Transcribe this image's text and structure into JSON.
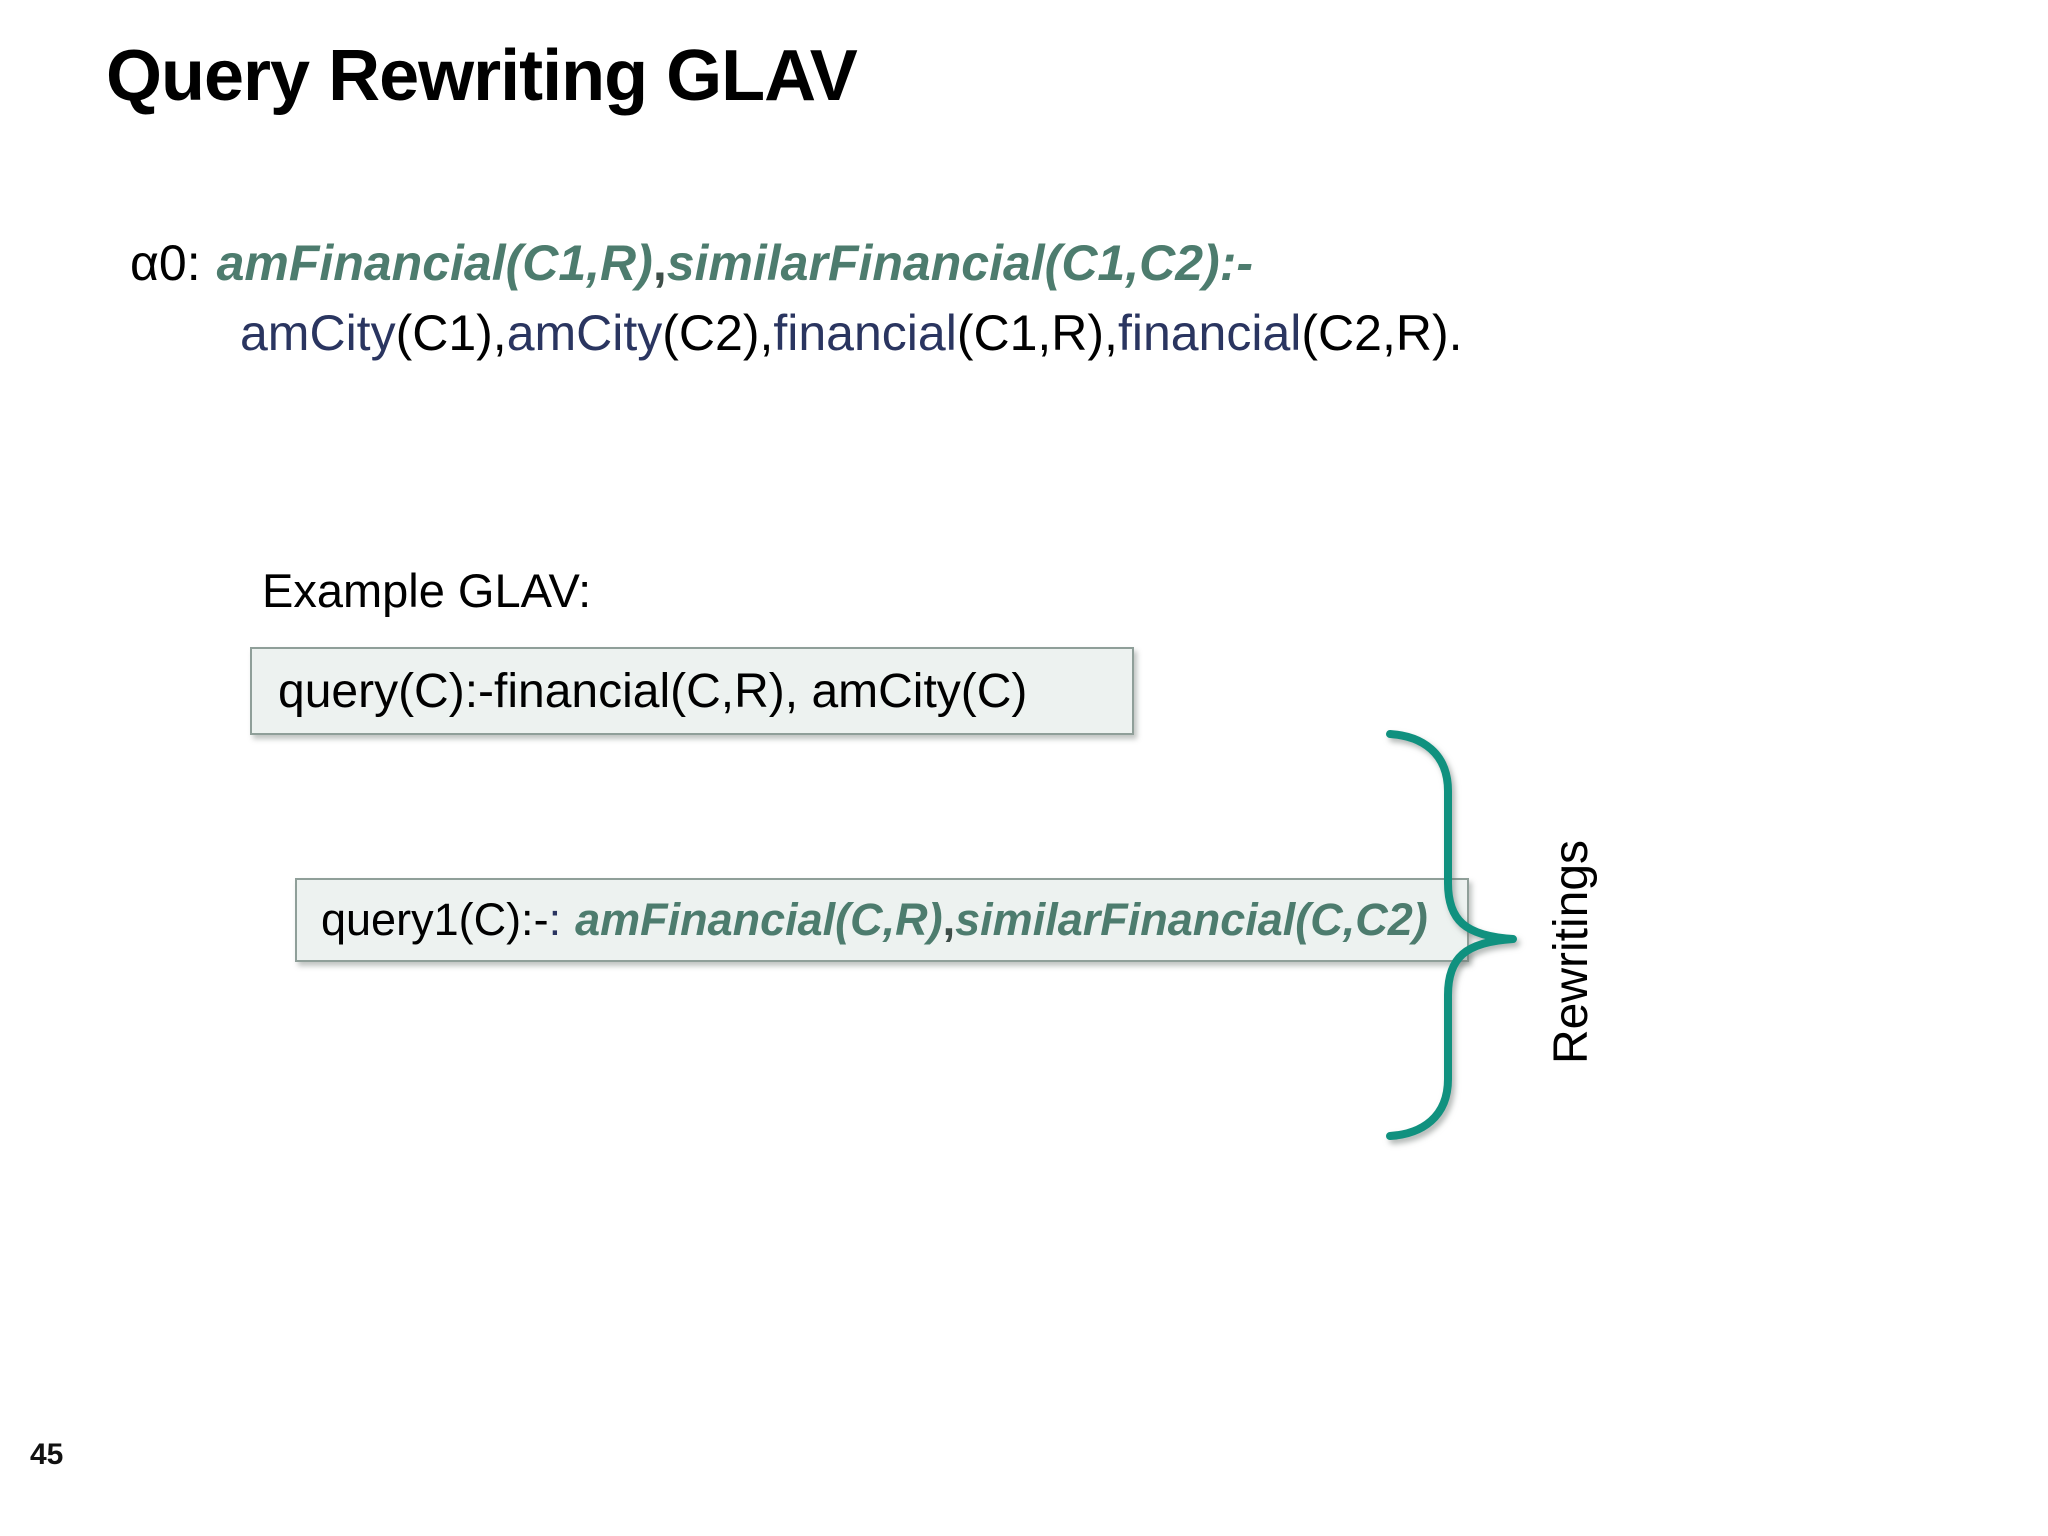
{
  "slide": {
    "title": "Query Rewriting GLAV",
    "page_number": "45"
  },
  "mapping_rule": {
    "label": "α0:",
    "head": {
      "atom1": "amFinancial(C1,R)",
      "comma": ",",
      "atom2": "similarFinancial(C1,C2)",
      "implication": ":-"
    },
    "body": [
      {
        "name": "amCity",
        "args": "(C1),"
      },
      {
        "name": "amCity",
        "args": "(C2),"
      },
      {
        "name": "financial",
        "args": "(C1,R),"
      },
      {
        "name": "financial",
        "args": "(C2,R)."
      }
    ]
  },
  "example": {
    "heading": "Example GLAV:",
    "query": "query(C):-financial(C,R), amCity(C)"
  },
  "rewriting": {
    "head": "query1(C):-",
    "extra_colon": ":",
    "atom1": "amFinancial(C,R)",
    "comma": ",",
    "atom2": "similarFinancial(C,C2)"
  },
  "brace": {
    "label": "Rewritings"
  },
  "colors": {
    "predicate_green": "#4d7c6e",
    "schema_navy": "#2a3560",
    "brace_teal": "#10917f",
    "box_background": "#edf2f0",
    "box_border": "#8f9f99"
  }
}
